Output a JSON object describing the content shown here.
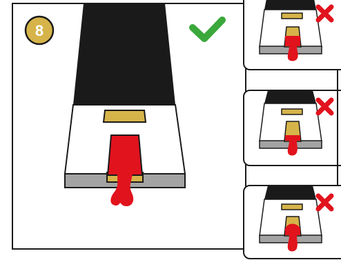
{
  "step": {
    "number": "8",
    "badge_color": "#d6b44a"
  },
  "main_panel": {
    "verdict": "correct",
    "verdict_icon": "check-icon",
    "verdict_color": "#3aa83a"
  },
  "alternatives": [
    {
      "verdict": "incorrect",
      "verdict_icon": "cross-icon",
      "verdict_color": "#e1131d"
    },
    {
      "verdict": "incorrect",
      "verdict_icon": "cross-icon",
      "verdict_color": "#e1131d"
    },
    {
      "verdict": "incorrect",
      "verdict_icon": "cross-icon",
      "verdict_color": "#e1131d"
    }
  ],
  "colors": {
    "black_band": "#1a1a1a",
    "gold_piece": "#d6b44a",
    "red_fill": "#e1131d",
    "base_gray": "#a3a3a3",
    "outline": "#1a1a1a"
  }
}
